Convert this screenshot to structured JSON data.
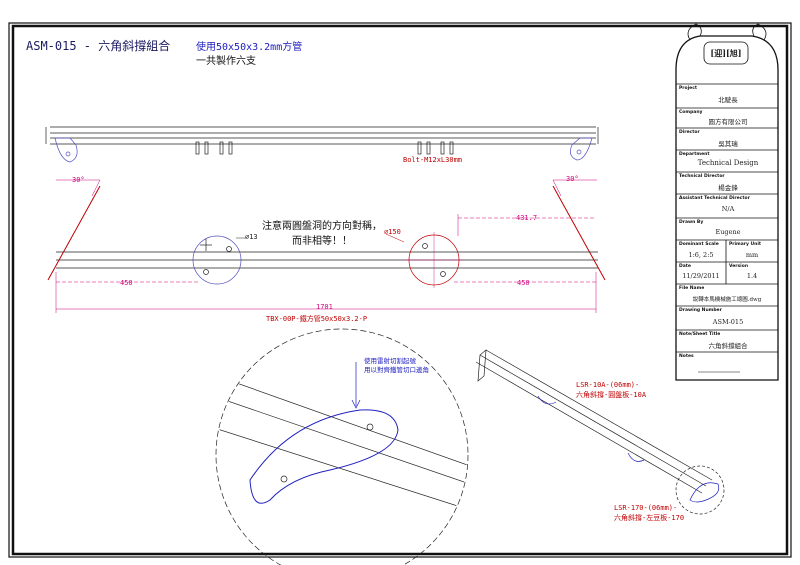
{
  "drawing": {
    "title": "ASM-015 - 六角斜撐組合",
    "subtitle_line1": "使用50x50x3.2mm方管",
    "subtitle_line2": "一共製作六支",
    "note_line1": "注意兩圓盤洞的方向對稱，",
    "note_line2": "而非相等！！",
    "bolt_label": "Bolt-M12xL30mm",
    "part_label": "TBX-00P-鐵方管50x50x3.2-P",
    "detail_note_line1": "使用雷射切割起號",
    "detail_note_line2": "用以對齊鐵管切口邊角",
    "callout_lsr10a_line1": "LSR-10A-(06mm)-",
    "callout_lsr10a_line2": "六角斜撐-圓盤板-10A",
    "callout_lsr170_line1": "LSR-170-(06mm)-",
    "callout_lsr170_line2": "六角斜撐-左豆板-170"
  },
  "dimensions": {
    "angle_left": "30°",
    "angle_right": "30°",
    "hole_small": "⌀13",
    "disc_dia": "⌀150",
    "offset_right": "431.7",
    "len_left": "450",
    "len_right": "450",
    "overall": "1701"
  },
  "title_block": {
    "logo_text": "[迎][旭]",
    "project_label": "Project",
    "project_value": "北駛長",
    "company_label": "Company",
    "company_value": "圓方有限公司",
    "director_label": "Director",
    "director_value": "吳其瑞",
    "department_label": "Department",
    "department_value": "Technical Design",
    "tech_director_label": "Technical Director",
    "tech_director_value": "楊金鋒",
    "asst_director_label": "Assistant Technical Director",
    "asst_director_value": "N/A",
    "drawn_by_label": "Drawn By",
    "drawn_by_value": "Eugene",
    "dominant_scale_label": "Dominant Scale",
    "dominant_scale_value": "1:6, 2:5",
    "primary_unit_label": "Primary Unit",
    "primary_unit_value": "mm",
    "date_label": "Date",
    "date_value": "11/29/2011",
    "version_label": "Version",
    "version_value": "1.4",
    "file_name_label": "File Name",
    "file_name_value": "說轉本馬機械施工總圖.dwg",
    "drawing_number_label": "Drawing Number",
    "drawing_number_value": "ASM-015",
    "note_title_label": "Note/Sheet Title",
    "note_title_value": "六角斜撐組合",
    "notes_label": "Notes"
  },
  "colors": {
    "border": "#111111",
    "dimension": "#d0007a",
    "red_line": "#c00000",
    "blue_line": "#2020c0",
    "part_outline": "#5050c0"
  }
}
